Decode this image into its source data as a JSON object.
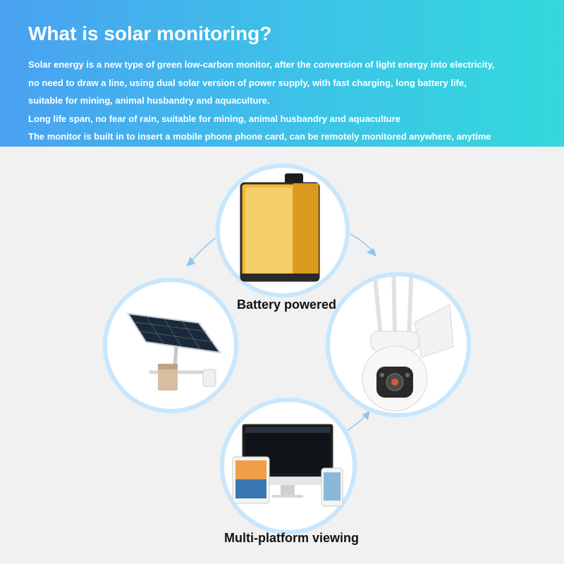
{
  "header": {
    "title": "What is solar monitoring?",
    "lines": [
      "Solar energy is a new type of green low-carbon monitor, after the conversion of light energy into electricity,",
      "no need to draw a line, using dual solar version of power supply, with fast charging, long battery life,",
      "suitable for mining, animal husbandry and aquaculture.",
      "Long life span, no fear of rain, suitable for mining, animal husbandry and aquaculture",
      "The monitor is built in to insert a mobile phone phone card, can be remotely monitored anywhere, anytime"
    ]
  },
  "diagram": {
    "battery_caption": "Battery powered",
    "viewing_caption": "Multi-platform viewing"
  },
  "colors": {
    "header_gradient_start": "#4aa1f1",
    "header_gradient_end": "#33d9dc",
    "ring_border": "#c9e6fb",
    "arrow": "#8ec6f0",
    "battery_gold": "#f0b73a"
  },
  "icons": [
    "battery-icon",
    "solar-panel-icon",
    "ptz-camera-icon",
    "multi-device-icon",
    "cycle-arrow-icon"
  ]
}
